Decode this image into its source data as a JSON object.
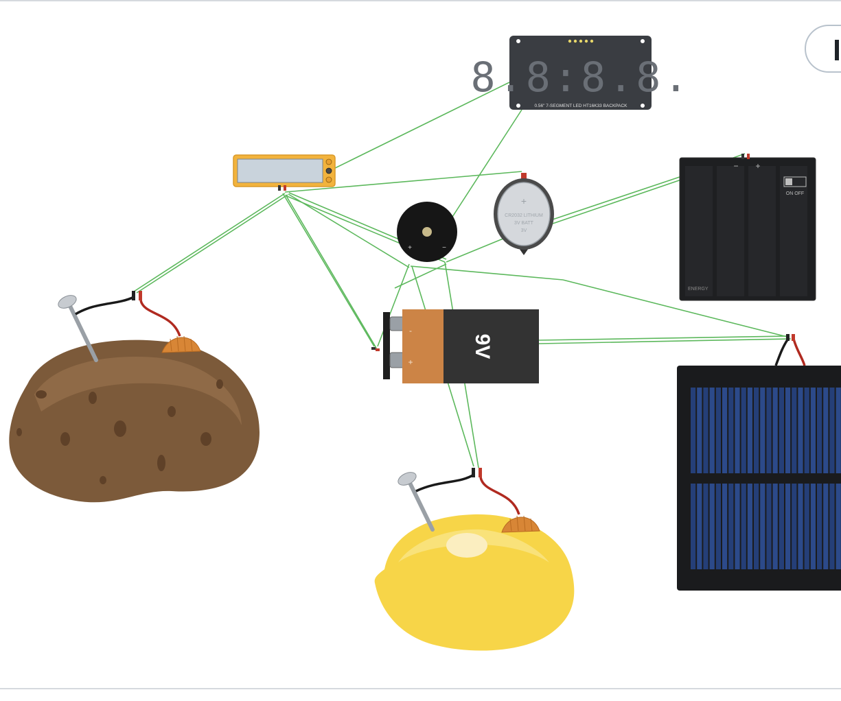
{
  "display": {
    "digits": "8.8:8.8.",
    "board_label": "0.56\" 7-SEGMENT LED HT16K33 BACKPACK"
  },
  "battery_9v": {
    "label": "9V",
    "minus": "-",
    "plus": "+"
  },
  "coin_cell": {
    "plus": "+",
    "text_line1": "CR2032 LITHIUM",
    "text_line2": "3V BATT",
    "text_line3": "3V"
  },
  "battery_pack": {
    "minus": "−",
    "plus": "+",
    "switch_label": "ON  OFF",
    "brand": "ENERGY"
  },
  "buzzer": {
    "plus": "+",
    "minus": "−"
  },
  "colors": {
    "wire": "#5cb85c",
    "lcd_frame": "#f2b33d",
    "lcd_screen": "#c9d3dc",
    "potato": "#7c5a3a",
    "lemon": "#f7d548",
    "solar_cell": "#1f3a6e",
    "battery_orange": "#cc8446",
    "battery_dark": "#333333"
  }
}
